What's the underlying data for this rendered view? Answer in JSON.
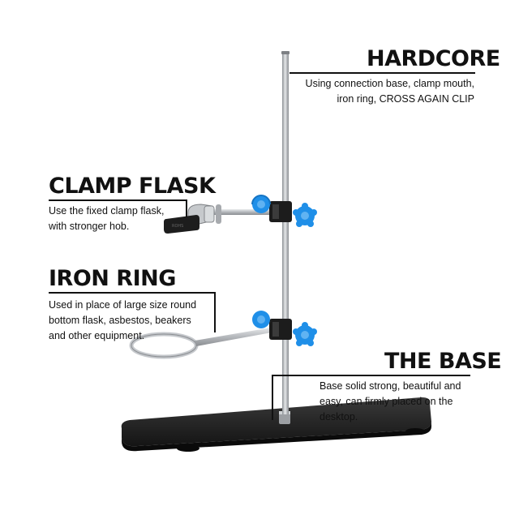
{
  "sections": {
    "hardcore": {
      "title": "HARDCORE",
      "lines": [
        "Using connection base, clamp mouth,",
        "iron ring, CROSS AGAIN CLIP"
      ]
    },
    "clamp_flask": {
      "title": "CLAMP FLASK",
      "lines": [
        "Use the fixed clamp flask,",
        "with stronger hob."
      ]
    },
    "iron_ring": {
      "title": "IRON RING",
      "lines": [
        "Used in place of large size round",
        "bottom flask, asbestos, beakers",
        "and other equipment."
      ]
    },
    "the_base": {
      "title": "THE BASE",
      "lines": [
        "Base solid strong, beautiful and",
        "easy, can firmly placed on the",
        "desktop."
      ]
    }
  },
  "colors": {
    "knob_blue": "#1f8fe8",
    "base_black": "#1a1a1a",
    "rod_steel": "#b9bcc0"
  },
  "icons": [
    "retort-stand-icon"
  ]
}
